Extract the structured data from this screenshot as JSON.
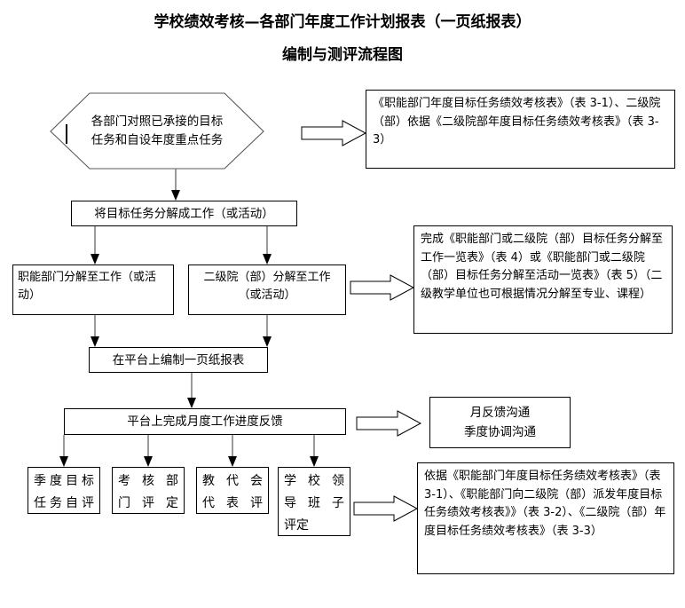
{
  "title": {
    "line1": "学校绩效考核—各部门年度工作计划报表（一页纸报表）",
    "line2": "编制与测评流程图"
  },
  "flow": {
    "hexagon": {
      "line1": "各部门对照已承接的目标",
      "line2": "任务和自设年度重点任务"
    },
    "decompose": "将目标任务分解成工作（或活动）",
    "dept_decompose": "职能部门分解至工作（或活动）",
    "college_decompose": "二级院（部）分解至工作（或活动）",
    "compile_report": "在平台上编制一页纸报表",
    "monthly_feedback": "平台上完成月度工作进度反馈"
  },
  "evaluation_boxes": [
    {
      "lines": [
        "季度目标",
        "任务自评"
      ]
    },
    {
      "lines": [
        "考核部",
        "门评定"
      ]
    },
    {
      "lines": [
        "教代会",
        "代表评"
      ]
    },
    {
      "lines": [
        "学校领",
        "导班子",
        "评定"
      ]
    }
  ],
  "notes": {
    "note1": "《职能部门年度目标任务绩效考核表》（表 3-1）、二级院（部）依据《二级院部年度目标任务绩效考核表》（表 3-3）",
    "note2": "完成《职能部门或二级院（部）目标任务分解至工作一览表》（表 4）或《职能部门或二级院（部）目标任务分解至活动一览表》（表 5）（二级教学单位也可根据情况分解至专业、课程）",
    "note3": {
      "line1": "月反馈沟通",
      "line2": "季度协调沟通"
    },
    "note4": "依据《职能部门年度目标任务绩效考核表》（表 3-1）、《职能部门向二级院（部）派发年度目标任务绩效考核表》》（表 3-2）、《二级院（部）年度目标任务绩效考核表》（表 3-3）"
  },
  "colors": {
    "stroke": "#000000",
    "connector": "#7f7f7f",
    "background": "#ffffff"
  }
}
